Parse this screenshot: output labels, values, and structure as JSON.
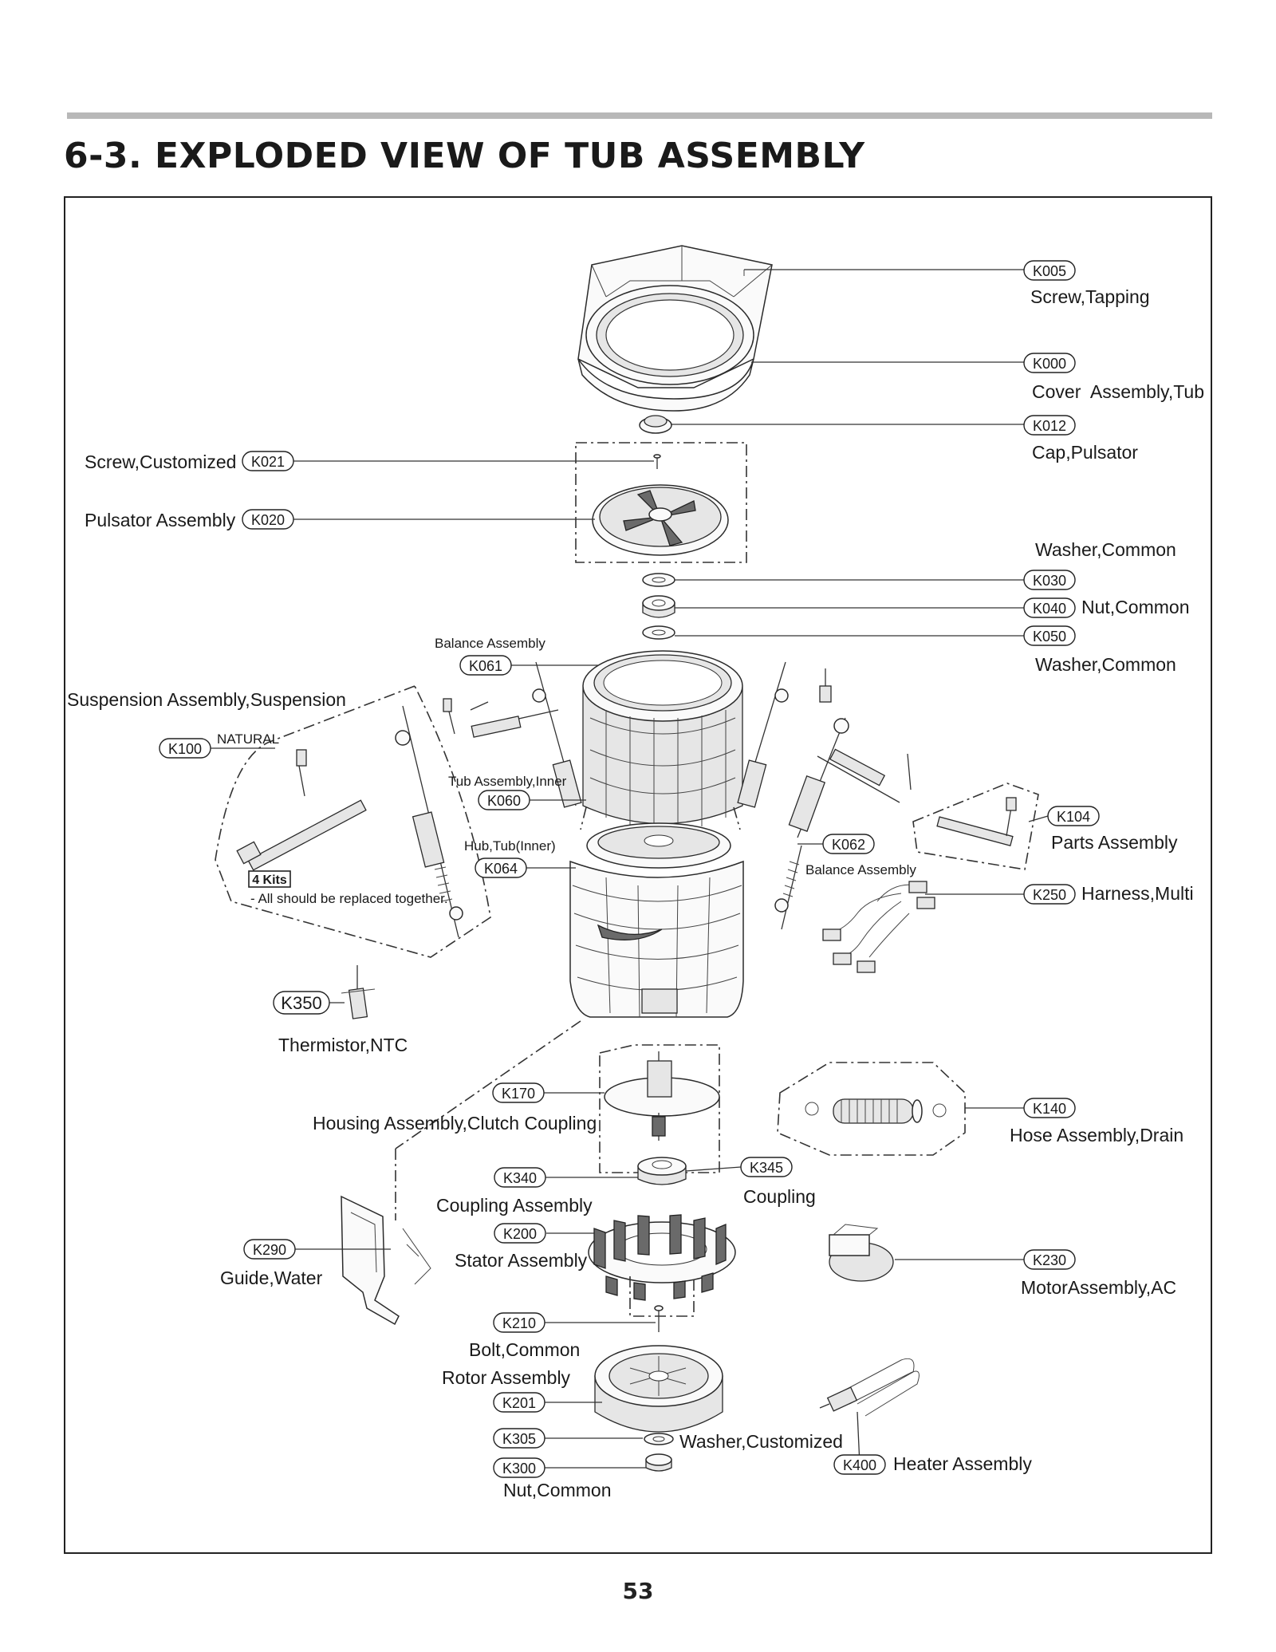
{
  "header": {
    "title": "6-3. EXPLODED VIEW OF TUB ASSEMBLY"
  },
  "footer": {
    "page_number": "53"
  },
  "callouts": {
    "k005": {
      "code": "K005",
      "name": "Screw,Tapping"
    },
    "k000": {
      "code": "K000",
      "name": "Cover  Assembly,Tub"
    },
    "k012": {
      "code": "K012",
      "name": "Cap,Pulsator"
    },
    "k021": {
      "code": "K021",
      "name": "Screw,Customized"
    },
    "k020": {
      "code": "K020",
      "name": "Pulsator Assembly"
    },
    "k030": {
      "code": "K030",
      "name": "Washer,Common"
    },
    "k040": {
      "code": "K040",
      "name": "Nut,Common"
    },
    "k050": {
      "code": "K050",
      "name": "Washer,Common"
    },
    "k061": {
      "code": "K061",
      "name": "Balance Assembly"
    },
    "k100": {
      "code": "K100",
      "name": "Suspension Assembly,Suspension",
      "note": "NATURAL"
    },
    "kits": {
      "badge": "4 Kits",
      "note": "- All should be replaced together."
    },
    "k060": {
      "code": "K060",
      "name": "Tub Assembly,Inner"
    },
    "k064": {
      "code": "K064",
      "name": "Hub,Tub(Inner)"
    },
    "k062": {
      "code": "K062",
      "name": "Balance Assembly"
    },
    "k104": {
      "code": "K104",
      "name": "Parts Assembly"
    },
    "k250": {
      "code": "K250",
      "name": "Harness,Multi"
    },
    "k350": {
      "code": "K350",
      "name": "Thermistor,NTC"
    },
    "k170": {
      "code": "K170",
      "name": "Housing Assembly,Clutch Coupling"
    },
    "k140": {
      "code": "K140",
      "name": "Hose Assembly,Drain"
    },
    "k340": {
      "code": "K340",
      "name": "Coupling Assembly"
    },
    "k345": {
      "code": "K345",
      "name": "Coupling"
    },
    "k290": {
      "code": "K290",
      "name": "Guide,Water"
    },
    "k200": {
      "code": "K200",
      "name": "Stator Assembly"
    },
    "k230": {
      "code": "K230",
      "name": "MotorAssembly,AC"
    },
    "k210": {
      "code": "K210",
      "name": "Bolt,Common"
    },
    "k201": {
      "code": "K201",
      "name": "Rotor Assembly"
    },
    "k305": {
      "code": "K305",
      "name": "Washer,Customized"
    },
    "k300": {
      "code": "K300",
      "name": "Nut,Common"
    },
    "k400": {
      "code": "K400",
      "name": "Heater Assembly"
    }
  }
}
